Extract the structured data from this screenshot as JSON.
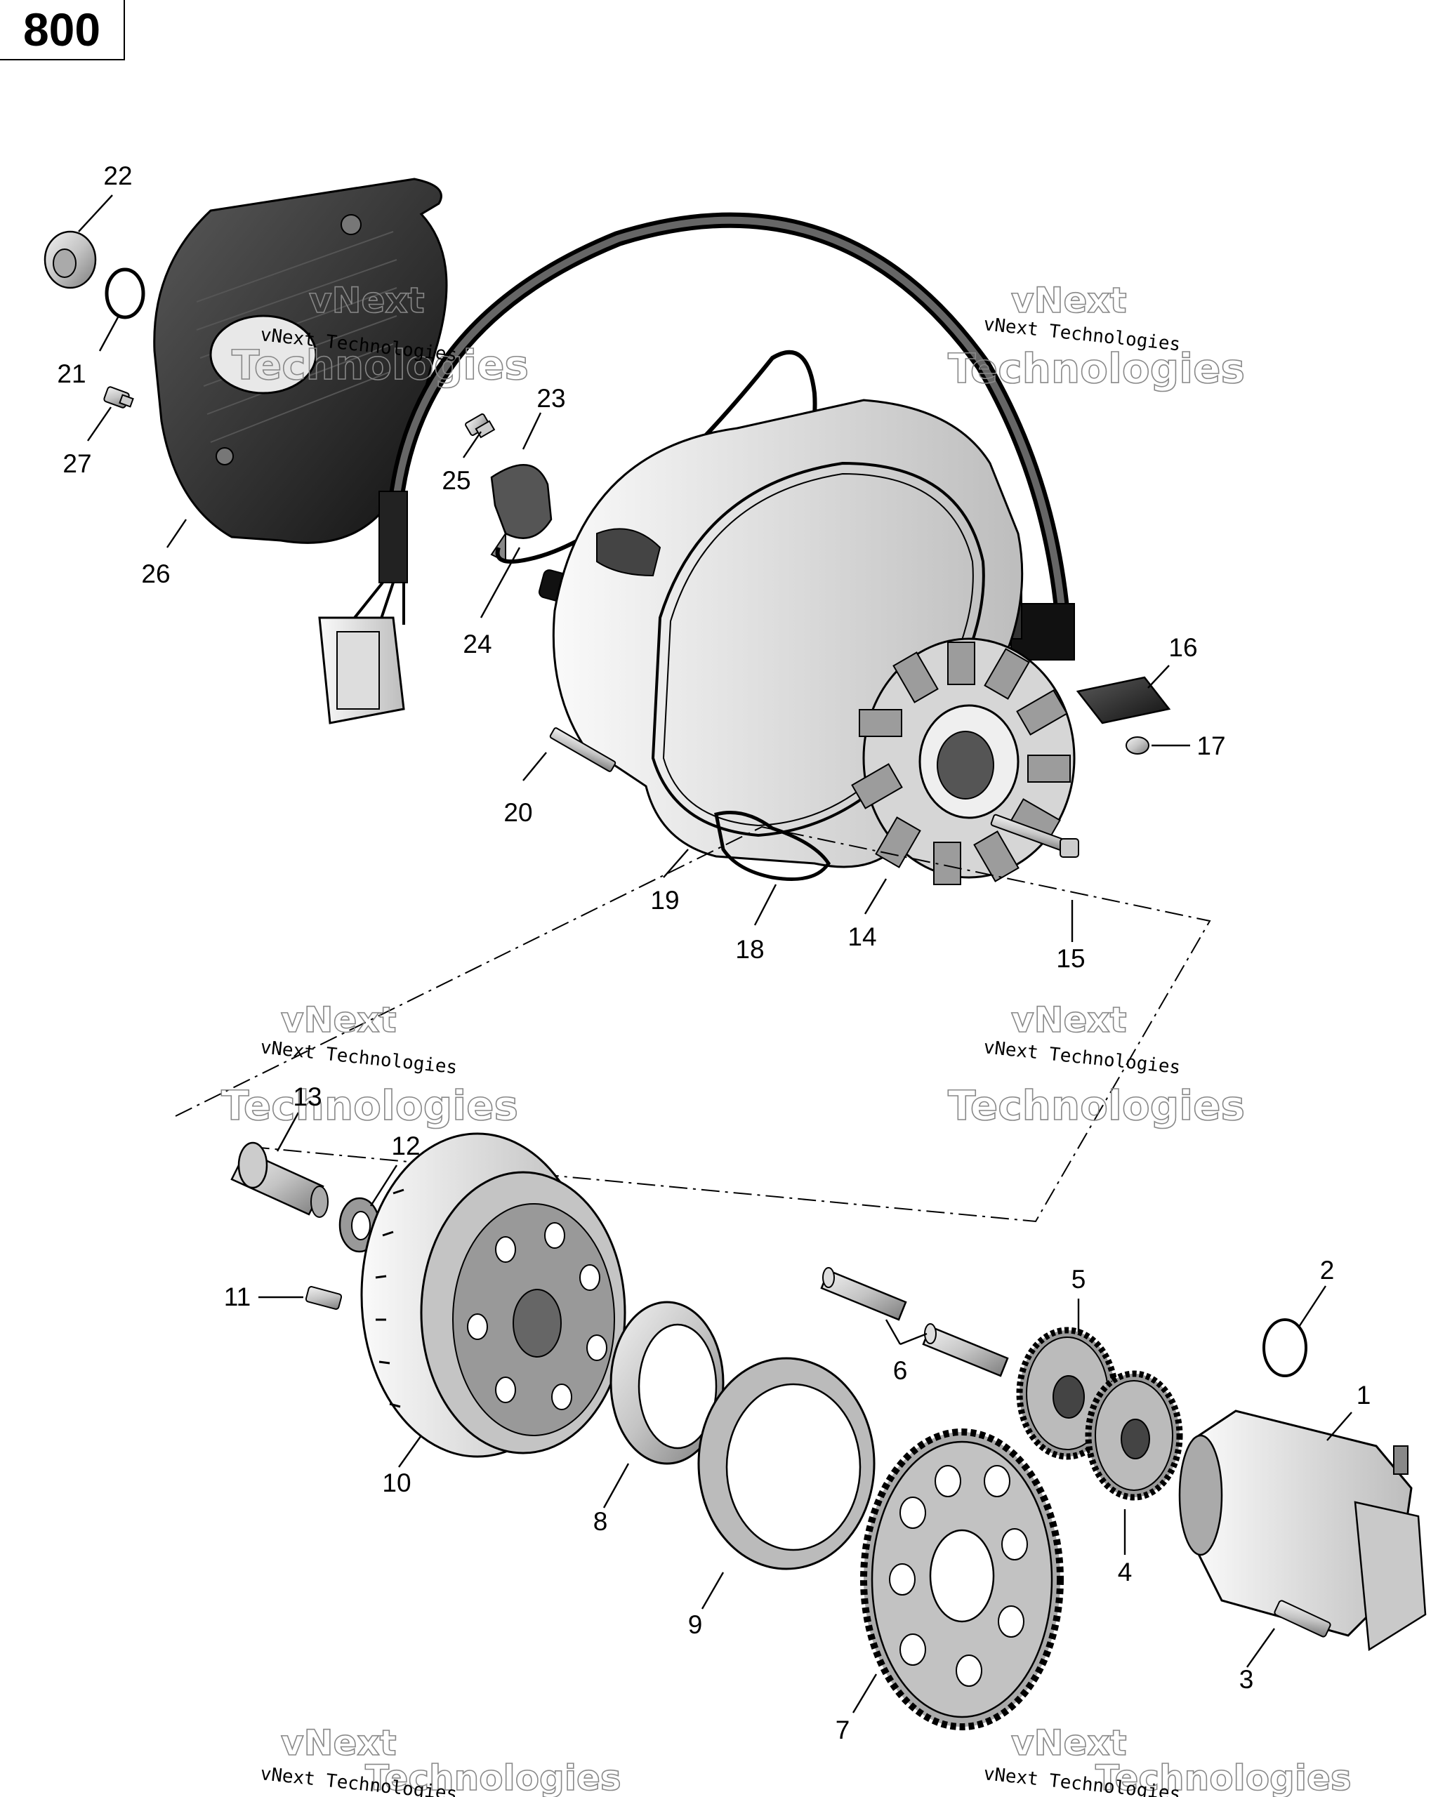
{
  "model_label": "800",
  "watermark": {
    "line1": "vNext",
    "line2": "Technologies",
    "small": "vNext Technologies"
  },
  "callouts": [
    {
      "id": "22",
      "text": "22"
    },
    {
      "id": "21",
      "text": "21"
    },
    {
      "id": "27",
      "text": "27"
    },
    {
      "id": "26",
      "text": "26"
    },
    {
      "id": "23",
      "text": "23"
    },
    {
      "id": "25",
      "text": "25"
    },
    {
      "id": "24",
      "text": "24"
    },
    {
      "id": "16",
      "text": "16"
    },
    {
      "id": "17",
      "text": "17"
    },
    {
      "id": "20",
      "text": "20"
    },
    {
      "id": "19",
      "text": "19"
    },
    {
      "id": "18",
      "text": "18"
    },
    {
      "id": "14",
      "text": "14"
    },
    {
      "id": "15",
      "text": "15"
    },
    {
      "id": "13",
      "text": "13"
    },
    {
      "id": "12",
      "text": "12"
    },
    {
      "id": "11",
      "text": "11"
    },
    {
      "id": "10",
      "text": "10"
    },
    {
      "id": "8",
      "text": "8"
    },
    {
      "id": "9",
      "text": "9"
    },
    {
      "id": "7",
      "text": "7"
    },
    {
      "id": "6",
      "text": "6"
    },
    {
      "id": "5",
      "text": "5"
    },
    {
      "id": "4",
      "text": "4"
    },
    {
      "id": "3",
      "text": "3"
    },
    {
      "id": "2",
      "text": "2"
    },
    {
      "id": "1",
      "text": "1"
    }
  ]
}
